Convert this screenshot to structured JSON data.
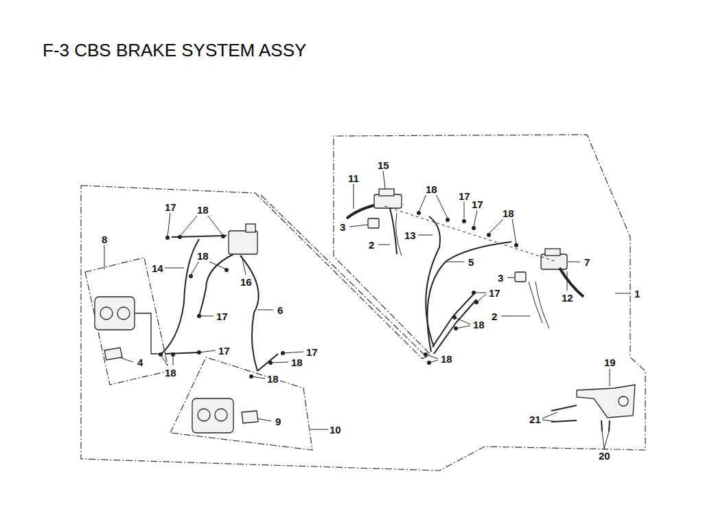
{
  "diagram": {
    "title": "F-3 CBS BRAKE SYSTEM ASSY",
    "labels": [
      "15",
      "11",
      "18",
      "17",
      "17",
      "18",
      "17",
      "18",
      "8",
      "3",
      "13",
      "2",
      "14",
      "18",
      "16",
      "5",
      "7",
      "3",
      "1",
      "17",
      "12",
      "6",
      "17",
      "2",
      "18",
      "17",
      "17",
      "4",
      "18",
      "18",
      "18",
      "18",
      "19",
      "9",
      "21",
      "10",
      "20"
    ]
  }
}
